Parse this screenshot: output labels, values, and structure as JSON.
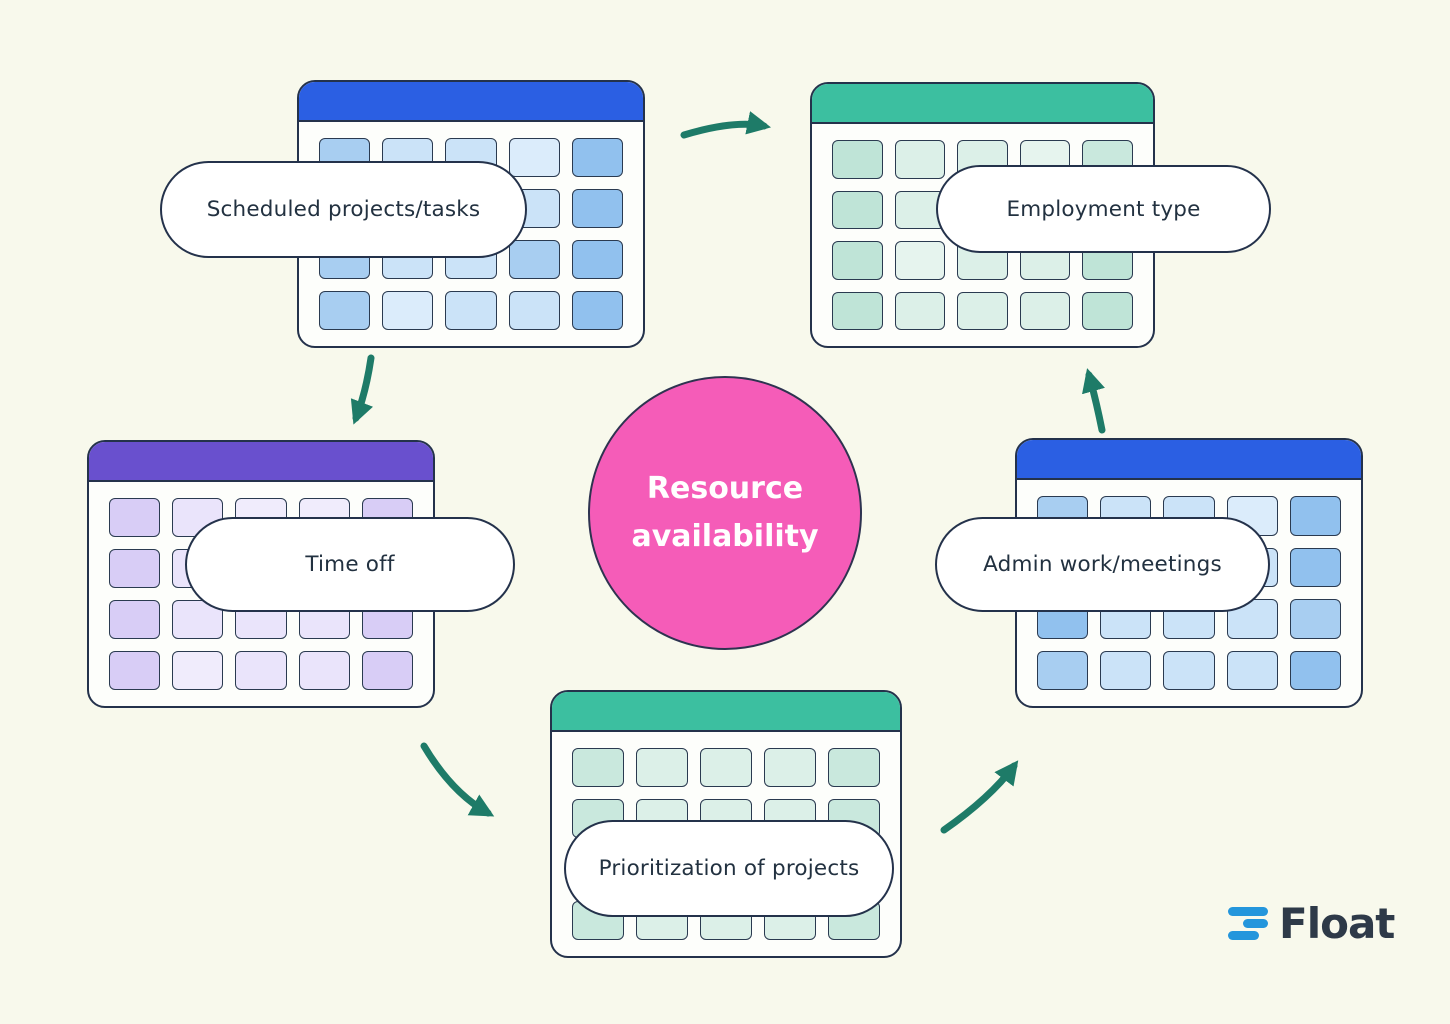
{
  "colors": {
    "bg": "#F8F9EC",
    "ink": "#24324B",
    "arrow": "#1E7B68",
    "pink": "#F55CB8",
    "logo-blue": "#2496DC",
    "logo-ink": "#2E3A48"
  },
  "palettes": {
    "blue": {
      "d": "#91C1EE",
      "m": "#A8CEF1",
      "l": "#CBE3F8",
      "xl": "#DBECFB"
    },
    "green": {
      "d": "#BFE4D7",
      "m": "#C9E8DD",
      "l": "#DCF0E8",
      "xl": "#E6F4EE"
    },
    "purple": {
      "d": "#D8CDF6",
      "m": "#DFD7F8",
      "l": "#EAE4FB",
      "xl": "#F0ECFC"
    }
  },
  "center": {
    "line1": "Resource",
    "line2": "availability"
  },
  "calendars": {
    "scheduled": {
      "label": "Scheduled projects/tasks",
      "header_color": "#2B5FE3",
      "palette": "blue",
      "rows": [
        [
          "m",
          "l",
          "l",
          "xl",
          "d"
        ],
        [
          "m",
          "l",
          "l",
          "l",
          "d"
        ],
        [
          "m",
          "l",
          "l",
          "m",
          "d"
        ],
        [
          "m",
          "xl",
          "l",
          "l",
          "d"
        ]
      ]
    },
    "employment": {
      "label": "Employment type",
      "header_color": "#3CBFA0",
      "palette": "green",
      "rows": [
        [
          "d",
          "l",
          "l",
          "xl",
          "m"
        ],
        [
          "d",
          "l",
          "l",
          "l",
          "m"
        ],
        [
          "d",
          "xl",
          "l",
          "l",
          "d"
        ],
        [
          "d",
          "l",
          "l",
          "l",
          "d"
        ]
      ]
    },
    "timeoff": {
      "label": "Time off",
      "header_color": "#6950CE",
      "palette": "purple",
      "rows": [
        [
          "d",
          "l",
          "xl",
          "xl",
          "d"
        ],
        [
          "d",
          "l",
          "l",
          "l",
          "xl"
        ],
        [
          "d",
          "l",
          "l",
          "l",
          "d"
        ],
        [
          "d",
          "xl",
          "l",
          "l",
          "d"
        ]
      ]
    },
    "admin": {
      "label": "Admin work/meetings",
      "header_color": "#2B5FE3",
      "palette": "blue",
      "rows": [
        [
          "m",
          "l",
          "l",
          "xl",
          "d"
        ],
        [
          "m",
          "l",
          "xl",
          "l",
          "d"
        ],
        [
          "d",
          "l",
          "l",
          "l",
          "m"
        ],
        [
          "m",
          "l",
          "l",
          "l",
          "d"
        ]
      ]
    },
    "prioritization": {
      "label": "Prioritization of projects",
      "header_color": "#3CBFA0",
      "palette": "green",
      "rows": [
        [
          "m",
          "l",
          "l",
          "l",
          "m"
        ],
        [
          "m",
          "l",
          "l",
          "l",
          "m"
        ],
        [
          "m",
          "l",
          "l",
          "l",
          "m"
        ],
        [
          "m",
          "l",
          "l",
          "l",
          "m"
        ]
      ]
    }
  },
  "logo": {
    "text": "Float"
  }
}
